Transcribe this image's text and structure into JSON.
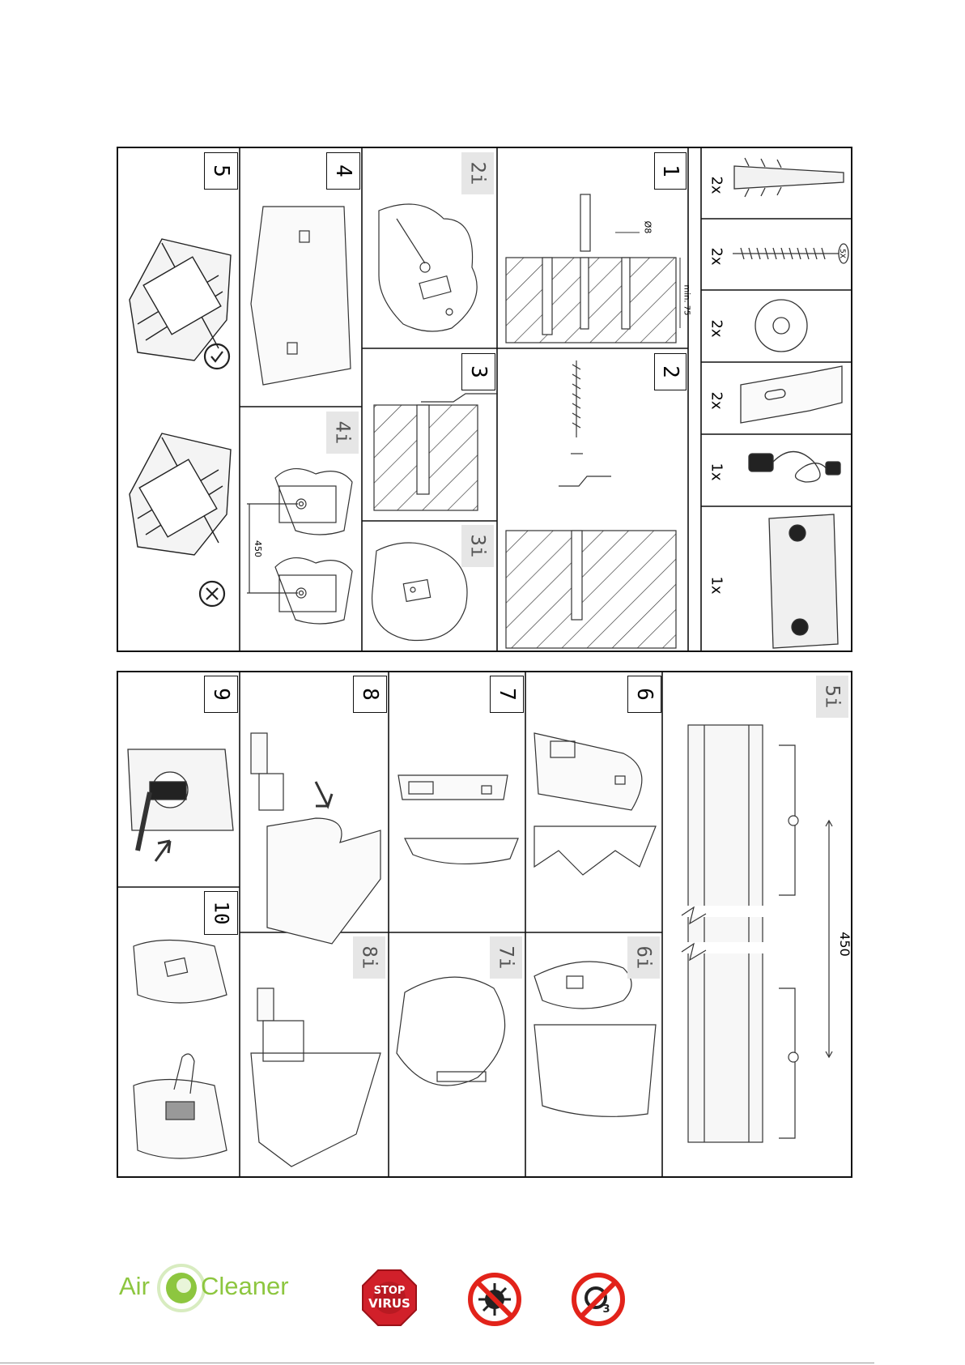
{
  "steps": {
    "s1": "1",
    "s2": "2",
    "s21i": "2i",
    "s3": "3",
    "s31i": "3i",
    "s4": "4",
    "s41i": "4i",
    "s5": "5",
    "s51i": "5i",
    "s6": "6",
    "s61i": "6i",
    "s7": "7",
    "s71i": "7i",
    "s8": "8",
    "s81i": "8i",
    "s9": "9",
    "s10": "10"
  },
  "parts": [
    {
      "qty": "2x",
      "name": "wall-plug"
    },
    {
      "qty": "2x",
      "name": "screw"
    },
    {
      "qty": "2x",
      "name": "washer"
    },
    {
      "qty": "2x",
      "name": "bracket"
    },
    {
      "qty": "1x",
      "name": "power-cable"
    },
    {
      "qty": "1x",
      "name": "device"
    }
  ],
  "dims": {
    "diameter": "Ø8",
    "min_depth": "min. 75",
    "spacing_small": "450",
    "spacing_large": "450",
    "screw_size": "5X"
  },
  "footer": {
    "logo_word1": "Air",
    "logo_word2": "Cleaner",
    "stop_top": "STOP",
    "stop_bottom": "VIRUS",
    "ozone_sub": "3"
  },
  "colors": {
    "logo_green": "#8dc63f",
    "stop_red": "#d1202a",
    "no_red": "#e2231a",
    "line": "#1a1a1a",
    "label_bg": "#e6e6e6"
  }
}
